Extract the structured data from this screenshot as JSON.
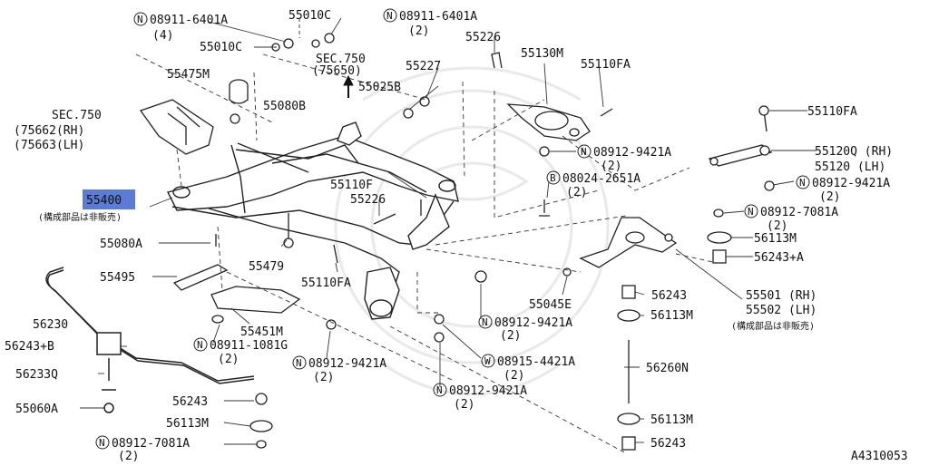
{
  "watermark": "NISSAN-style emblem watermark",
  "colors": {
    "highlight": "#5b7bd5",
    "line": "#222222",
    "paper": "#ffffff"
  },
  "labels": {
    "n08911_6401A_l": "08911-6401A",
    "q4": "(4)",
    "p55010C_top": "55010C",
    "n08911_6401A_r": "08911-6401A",
    "q2_a": "(2)",
    "p55226_top": "55226",
    "p55010C_mid": "55010C",
    "sec750_top": "SEC.750",
    "sec750_top_ref": "(75650)",
    "p55227": "55227",
    "p55130M": "55130M",
    "p55110FA_top": "55110FA",
    "p55475M": "55475M",
    "p55025B": "55025B",
    "p55080B": "55080B",
    "sec750_left": "SEC.750",
    "ref75662": "(75662(RH)",
    "ref75663": "(75663(LH)",
    "p55110FA_right": "55110FA",
    "n08912_9421A_a": "08912-9421A",
    "q2_b": "(2)",
    "p55120Q": "55120Q (RH)",
    "p55120": "55120  (LH)",
    "p55110F": "55110F",
    "b08024_2651A": "08024-2651A",
    "q2_c": "(2)",
    "n08912_9421A_b": "08912-9421A",
    "q2_d": "(2)",
    "p55400": "55400",
    "not_sold_note": "(構成部品は非販売)",
    "p55226_mid": "55226",
    "n08912_7081A_a": "08912-7081A",
    "q2_e": "(2)",
    "p55080A": "55080A",
    "p56113M_a": "56113M",
    "p55479": "55479",
    "p56243A": "56243+A",
    "p55495": "55495",
    "p55110FA_mid": "55110FA",
    "p55045E": "55045E",
    "p56243_a": "56243",
    "p55501": "55501 (RH)",
    "p55502": "55502 (LH)",
    "not_sold_note2": "(構成部品は非販売)",
    "p56113M_b": "56113M",
    "p56230": "56230",
    "p55451M": "55451M",
    "n08912_9421A_c": "08912-9421A",
    "q2_f": "(2)",
    "p56243B": "56243+B",
    "n08911_1081G": "08911-1081G",
    "q2_g": "(2)",
    "n08912_9421A_d": "08912-9421A",
    "q2_h": "(2)",
    "w08915_4421A": "08915-4421A",
    "q2_i": "(2)",
    "p56233Q": "56233Q",
    "p56260N": "56260N",
    "n08912_9421A_e": "08912-9421A",
    "q2_j": "(2)",
    "p55060A": "55060A",
    "p56243_b": "56243",
    "p56113M_c": "56113M",
    "p56113M_d": "56113M",
    "n08912_7081A_b": "08912-7081A",
    "q2_k": "(2)",
    "p56243_c": "56243",
    "diagram_id": "A4310053",
    "prefix_n": "N",
    "prefix_b": "B",
    "prefix_w": "W"
  }
}
